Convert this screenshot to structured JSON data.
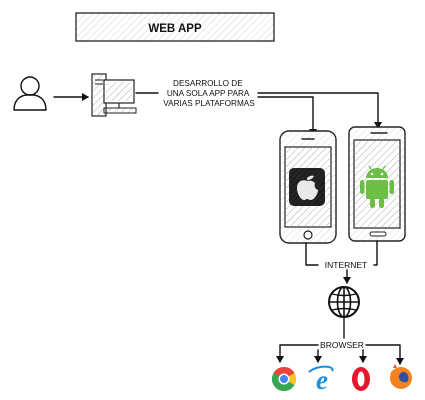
{
  "title": "WEB APP",
  "dev_label": [
    "DESARROLLO DE",
    "UNA SOLA APP PARA",
    "VARIAS PLATAFORMAS"
  ],
  "internet_label": "INTERNET",
  "browser_label": "BROWSER",
  "icons": {
    "user": "user-icon",
    "computer": "desktop-computer-icon",
    "iphone": "iphone-icon",
    "android_phone": "android-phone-icon",
    "apple_logo": "apple-logo-icon",
    "android_logo": "android-logo-icon",
    "globe": "globe-icon",
    "chrome": "chrome-icon",
    "ie": "internet-explorer-icon",
    "opera": "opera-icon",
    "firefox": "firefox-icon"
  },
  "colors": {
    "android_green": "#6bbf45",
    "chrome_red": "#e8453c",
    "chrome_yellow": "#f7c52b",
    "chrome_green": "#34a853",
    "chrome_blue": "#4285f4",
    "ie_blue": "#1b8fdf",
    "opera_red": "#e8152d",
    "firefox_orange": "#f5821f"
  }
}
